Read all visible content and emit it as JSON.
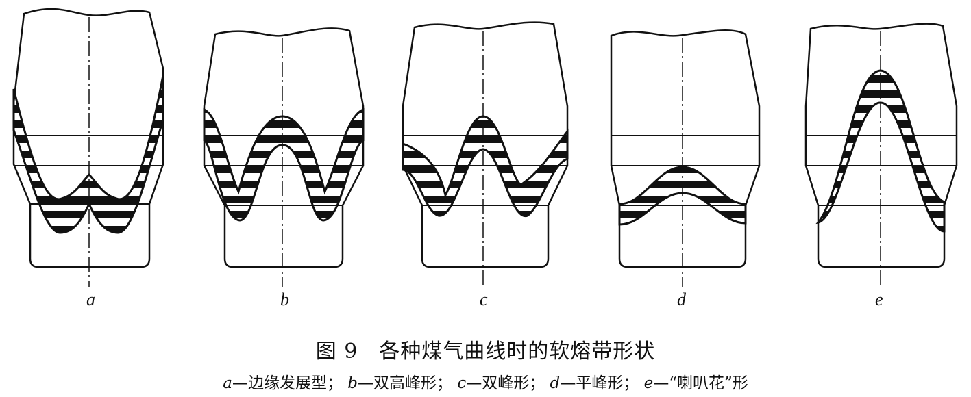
{
  "figure": {
    "title": "图 9　各种煤气曲线时的软熔带形状",
    "panels": [
      {
        "id": "a",
        "label": "a"
      },
      {
        "id": "b",
        "label": "b"
      },
      {
        "id": "c",
        "label": "c"
      },
      {
        "id": "d",
        "label": "d"
      },
      {
        "id": "e",
        "label": "e"
      }
    ],
    "legend": [
      {
        "letter": "a",
        "text": "—边缘发展型；"
      },
      {
        "letter": "b",
        "text": "—双高峰形；"
      },
      {
        "letter": "c",
        "text": "—双峰形；"
      },
      {
        "letter": "d",
        "text": "—平峰形；"
      },
      {
        "letter": "e",
        "text": "—“喇叭花”形"
      }
    ]
  },
  "colors": {
    "ink": "#111111",
    "background": "#ffffff"
  }
}
